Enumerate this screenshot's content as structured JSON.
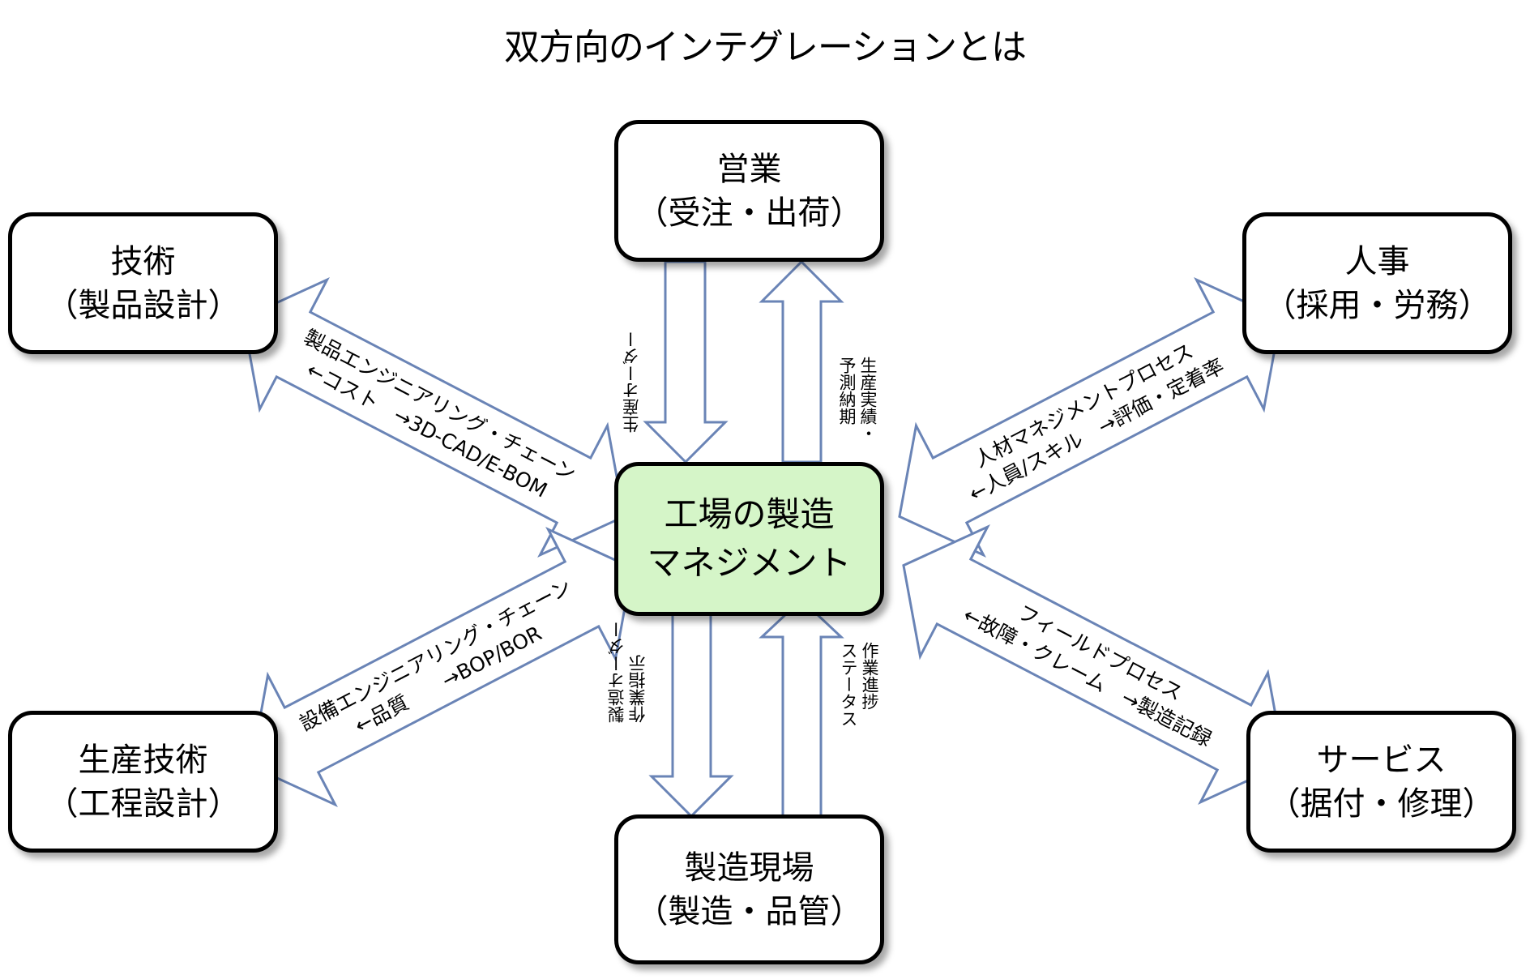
{
  "title": "双方向のインテグレーションとは",
  "colors": {
    "center_fill": "#d5f5c8",
    "arrow_stroke": "#6a84b6",
    "box_border": "#000000"
  },
  "nodes": {
    "center": {
      "line1": "工場の製造",
      "line2": "マネジメント"
    },
    "sales": {
      "line1": "営業",
      "line2": "（受注・出荷）"
    },
    "tech": {
      "line1": "技術",
      "line2": "（製品設計）"
    },
    "hr": {
      "line1": "人事",
      "line2": "（採用・労務）"
    },
    "prodtech": {
      "line1": "生産技術",
      "line2": "（工程設計）"
    },
    "service": {
      "line1": "サービス",
      "line2": "（据付・修理）"
    },
    "floor": {
      "line1": "製造現場",
      "line2": "（製造・品管）"
    }
  },
  "flows": {
    "tech": {
      "line1": "製品エンジニアリング・チェーン",
      "line2": "←コスト　→3D-CAD/E-BOM"
    },
    "hr": {
      "line1": "人材マネジメントプロセス",
      "line2": "←人員/スキル　→評価・定着率"
    },
    "prodtech": {
      "line1": "設備エンジニアリング・チェーン",
      "line2": "←品質　　→BOP/BOR"
    },
    "service": {
      "line1": "フィールドプロセス",
      "line2": "←故障・クレーム　→製造記録"
    },
    "sales_down": {
      "line1": "生産オーダー"
    },
    "sales_up": {
      "line1": "生産実績・",
      "line2": "予測納期"
    },
    "floor_down": {
      "line1": "製造オーダー",
      "line2": "作業指示"
    },
    "floor_up": {
      "line1": "作業進捗",
      "line2": "ステータス"
    }
  }
}
